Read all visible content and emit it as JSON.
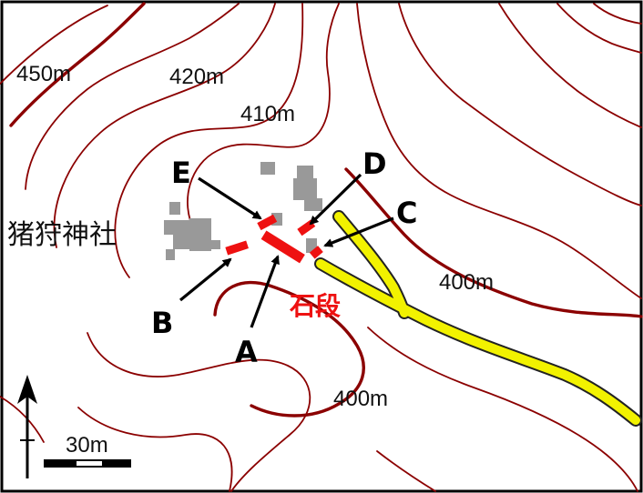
{
  "contour_labels": {
    "c450": "450m",
    "c420": "420m",
    "c410": "410m",
    "c400_upper": "400m",
    "c400_lower": "400m"
  },
  "place_labels": {
    "shrine": "猪狩神社",
    "stairs": "石段"
  },
  "markers": {
    "A": "A",
    "B": "B",
    "C": "C",
    "D": "D",
    "E": "E"
  },
  "scale_bar": {
    "label": "30m"
  },
  "colors": {
    "contour": "#8b0000",
    "road": "#f2f200",
    "feature": "#ee1111",
    "building": "#999999",
    "stairs_text": "#ee1111"
  },
  "icons": {
    "north": "north-arrow-icon"
  }
}
